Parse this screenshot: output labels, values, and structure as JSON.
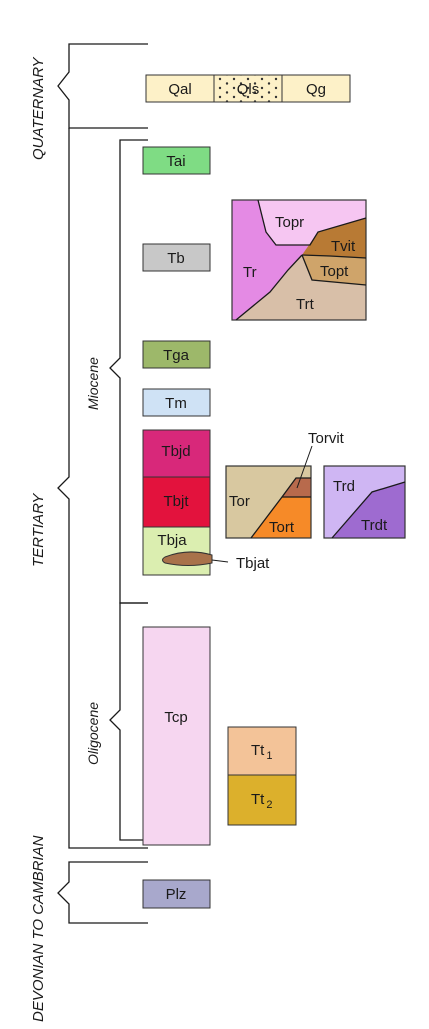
{
  "eras": {
    "quaternary": "QUATERNARY",
    "tertiary": "TERTIARY",
    "devonian_to_cambrian": "DEVONIAN TO CAMBRIAN"
  },
  "epochs": {
    "miocene": "Miocene",
    "oligocene": "Oligocene"
  },
  "units": {
    "qal": "Qal",
    "qls": "Qls",
    "qg": "Qg",
    "tai": "Tai",
    "tb": "Tb",
    "tga": "Tga",
    "tm": "Tm",
    "tbjd": "Tbjd",
    "tbjt": "Tbjt",
    "tbja": "Tbja",
    "tbjat": "Tbjat",
    "topr": "Topr",
    "tvit": "Tvit",
    "topt": "Topt",
    "tr": "Tr",
    "trt": "Trt",
    "torvit": "Torvit",
    "tor": "Tor",
    "tort": "Tort",
    "trd": "Trd",
    "trdt": "Trdt",
    "tcp": "Tcp",
    "tt": "Tt",
    "tt1_sub": "1",
    "tt2_sub": "2",
    "plz": "Plz"
  },
  "colors": {
    "qal": "#fdf1c8",
    "qls": "#fdf1c8",
    "qg": "#fdf1c8",
    "tai": "#7fdc84",
    "tb": "#c8c8c8",
    "tga": "#9db86a",
    "tm": "#cfe2f5",
    "tbjd": "#d8287a",
    "tbjt": "#e3123d",
    "tbja": "#dbeeb0",
    "tbjat": "#a8724a",
    "topr": "#f6c6f2",
    "tvit": "#b87a34",
    "topt": "#cfa46a",
    "tr": "#e48ae4",
    "trt": "#d8bfa8",
    "torvit": "#b86a4c",
    "tor": "#d8c8a0",
    "tort": "#f68a28",
    "trd": "#cfb6f3",
    "trdt": "#9e6bd0",
    "tcp": "#f6d6f0",
    "tt1": "#f3c398",
    "tt2": "#dcb02c",
    "plz": "#a8a8cc"
  }
}
